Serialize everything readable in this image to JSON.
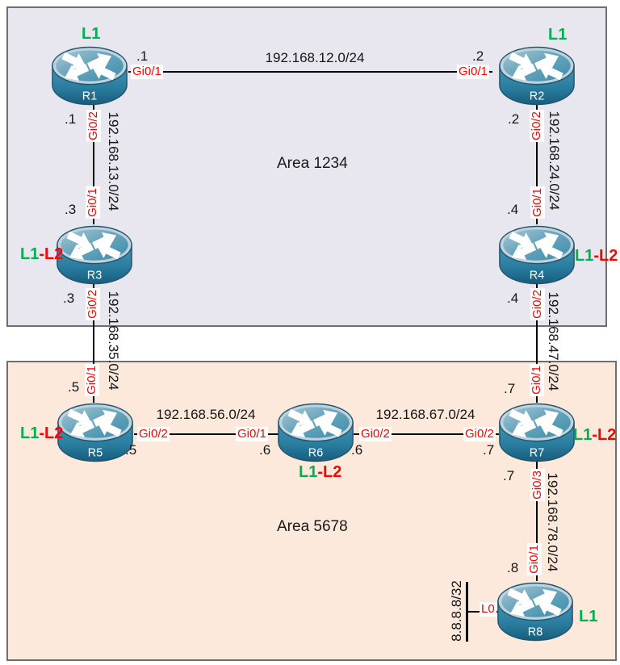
{
  "areas": {
    "area1234": {
      "label": "Area 1234",
      "bg": "#e8e6ef"
    },
    "area5678": {
      "label": "Area 5678",
      "bg": "#fce9db"
    }
  },
  "colors": {
    "area_border": "#6e6e6e",
    "link_line": "#000000",
    "interface_label": "#ff0000",
    "interface_label_bg": "#ffffff",
    "level_l1": "#00b050",
    "level_l2": "#ff0000",
    "router_teal": "#2e7f9f",
    "text": "#1a1a1a"
  },
  "routers": {
    "r1": {
      "name": "R1",
      "level1": "L1",
      "level2": ""
    },
    "r2": {
      "name": "R2",
      "level1": "L1",
      "level2": ""
    },
    "r3": {
      "name": "R3",
      "level1": "L1",
      "level2": "-L2"
    },
    "r4": {
      "name": "R4",
      "level1": "L1",
      "level2": "-L2"
    },
    "r5": {
      "name": "R5",
      "level1": "L1",
      "level2": "-L2"
    },
    "r6": {
      "name": "R6",
      "level1": "L1",
      "level2": "-L2"
    },
    "r7": {
      "name": "R7",
      "level1": "L1",
      "level2": "-L2"
    },
    "r8": {
      "name": "R8",
      "level1": "L1",
      "level2": ""
    }
  },
  "links": {
    "r1_r2": {
      "subnet": "192.168.12.0/24",
      "a_router": "R1",
      "a_if": "Gi0/1",
      "a_octet": ".1",
      "b_router": "R2",
      "b_if": "Gi0/1",
      "b_octet": ".2"
    },
    "r1_r3": {
      "subnet": "192.168.13.0/24",
      "a_router": "R1",
      "a_if": "Gi0/2",
      "a_octet": ".1",
      "b_router": "R3",
      "b_if": "Gi0/1",
      "b_octet": ".3"
    },
    "r2_r4": {
      "subnet": "192.168.24.0/24",
      "a_router": "R2",
      "a_if": "Gi0/2",
      "a_octet": ".2",
      "b_router": "R4",
      "b_if": "Gi0/1",
      "b_octet": ".4"
    },
    "r3_r5": {
      "subnet": "192.168.35.0/24",
      "a_router": "R3",
      "a_if": "Gi0/2",
      "a_octet": ".3",
      "b_router": "R5",
      "b_if": "Gi0/1",
      "b_octet": ".5"
    },
    "r4_r7": {
      "subnet": "192.168.47.0/24",
      "a_router": "R4",
      "a_if": "Gi0/2",
      "a_octet": ".4",
      "b_router": "R7",
      "b_if": "Gi0/1",
      "b_octet": ".7"
    },
    "r5_r6": {
      "subnet": "192.168.56.0/24",
      "a_router": "R5",
      "a_if": "Gi0/2",
      "a_octet": ".5",
      "b_router": "R6",
      "b_if": "Gi0/1",
      "b_octet": ".6"
    },
    "r6_r7": {
      "subnet": "192.168.67.0/24",
      "a_router": "R6",
      "a_if": "Gi0/2",
      "a_octet": ".6",
      "b_router": "R7",
      "b_if": "Gi0/2",
      "b_octet": ".7"
    },
    "r7_r8": {
      "subnet": "192.168.78.0/24",
      "a_router": "R7",
      "a_if": "Gi0/3",
      "a_octet": ".7",
      "b_router": "R8",
      "b_if": "Gi0/1",
      "b_octet": ".8"
    },
    "r8_loopback": {
      "subnet": "8.8.8.8/32",
      "a_router": "R8",
      "a_if": "L0"
    }
  }
}
